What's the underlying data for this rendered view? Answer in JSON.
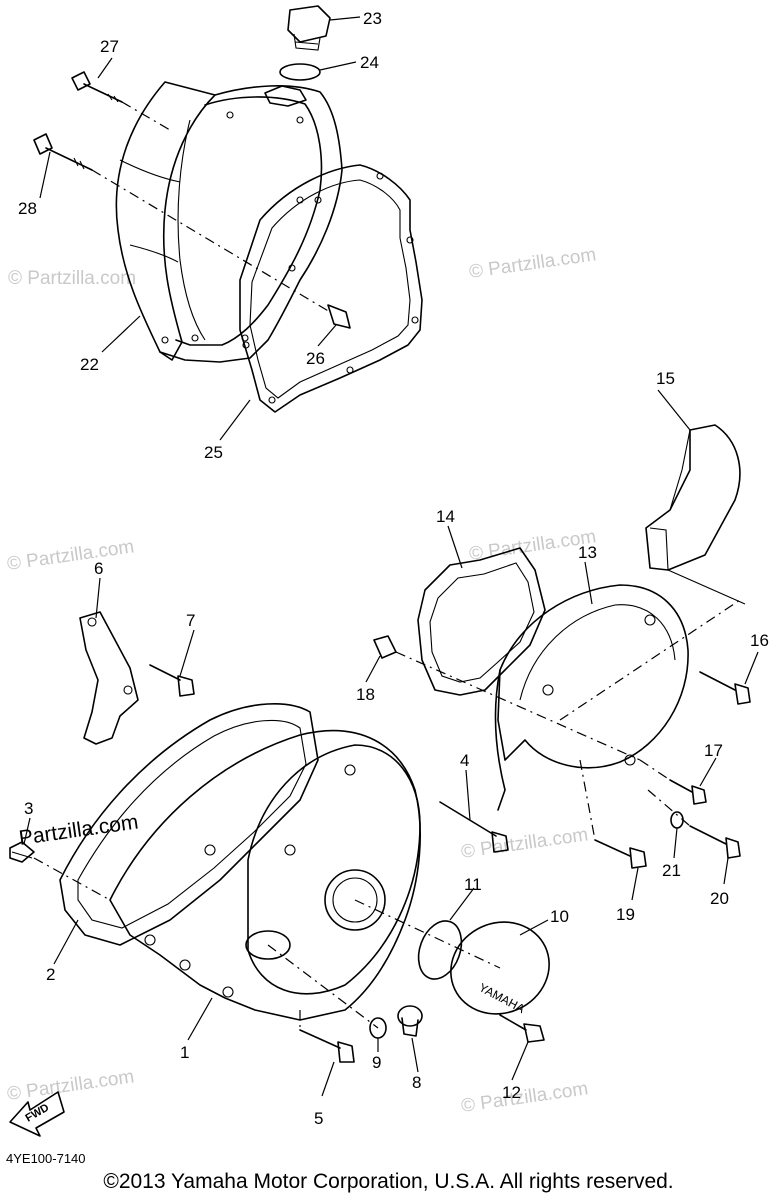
{
  "diagram": {
    "callouts": [
      "1",
      "2",
      "3",
      "4",
      "5",
      "6",
      "7",
      "8",
      "9",
      "10",
      "11",
      "12",
      "13",
      "14",
      "15",
      "16",
      "17",
      "18",
      "19",
      "20",
      "21",
      "22",
      "23",
      "24",
      "25",
      "26",
      "27",
      "28"
    ],
    "cover_emboss": "YAMAHA",
    "fwd_label": "FWD",
    "watermark": "© Partzilla.com",
    "watermark_prominent": "Partzilla.com",
    "diagram_code": "4YE100-7140",
    "copyright": "©2013 Yamaha Motor Corporation, U.S.A. All rights reserved."
  }
}
